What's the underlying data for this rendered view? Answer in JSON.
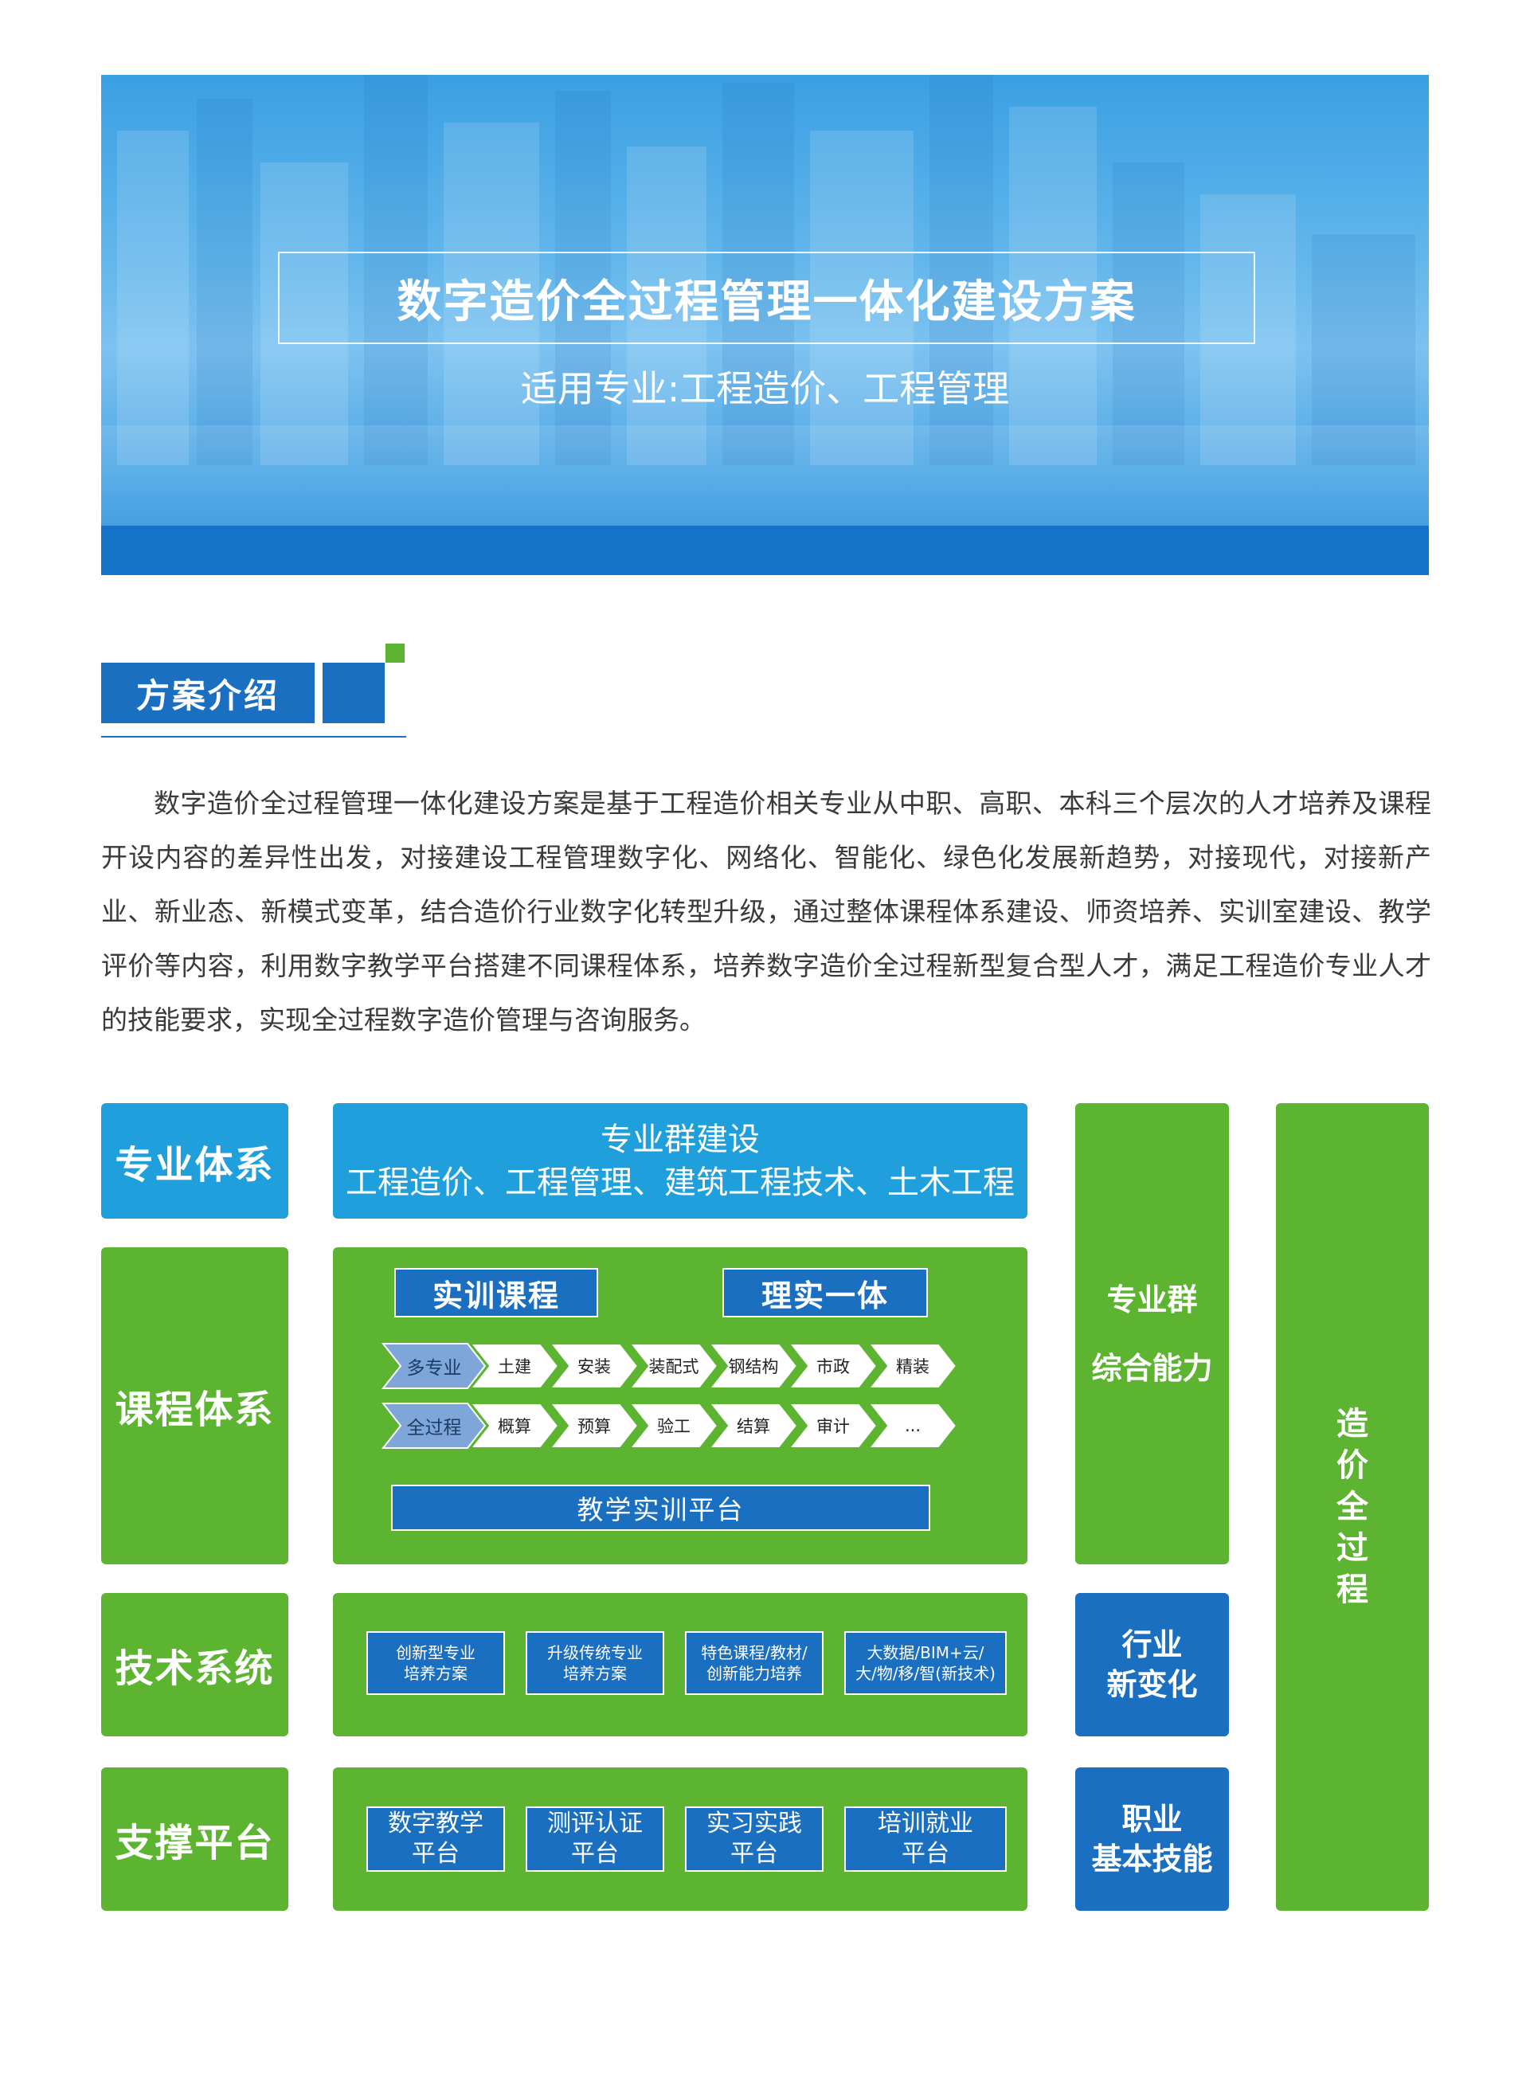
{
  "banner": {
    "title": "数字造价全过程管理一体化建设方案",
    "subtitle": "适用专业:工程造价、工程管理"
  },
  "section": {
    "title": "方案介绍",
    "intro": "数字造价全过程管理一体化建设方案是基于工程造价相关专业从中职、高职、本科三个层次的人才培养及课程开设内容的差异性出发，对接建设工程管理数字化、网络化、智能化、绿色化发展新趋势，对接现代，对接新产业、新业态、新模式变革，结合造价行业数字化转型升级，通过整体课程体系建设、师资培养、实训室建设、教学评价等内容，利用数字教学平台搭建不同课程体系，培养数字造价全过程新型复合型人才，满足工程造价专业人才的技能要求，实现全过程数字造价管理与咨询服务。"
  },
  "diagram": {
    "rows": {
      "major": {
        "label": "专业体系",
        "line1": "专业群建设",
        "line2": "工程造价、工程管理、建筑工程技术、土木工程"
      },
      "course": {
        "label": "课程体系",
        "tag_left": "实训课程",
        "tag_right": "理实一体",
        "chevrons_row1": [
          "多专业",
          "土建",
          "安装",
          "装配式",
          "钢结构",
          "市政",
          "精装"
        ],
        "chevrons_row2": [
          "全过程",
          "概算",
          "预算",
          "验工",
          "结算",
          "审计",
          "..."
        ],
        "platform": "教学实训平台"
      },
      "tech": {
        "label": "技术系统",
        "boxes": [
          {
            "line1": "创新型专业",
            "line2": "培养方案"
          },
          {
            "line1": "升级传统专业",
            "line2": "培养方案"
          },
          {
            "line1": "特色课程/教材/",
            "line2": "创新能力培养"
          },
          {
            "line1": "大数据/BIM+云/",
            "line2": "大/物/移/智(新技术)"
          }
        ]
      },
      "support": {
        "label": "支撑平台",
        "boxes": [
          {
            "line1": "数字教学",
            "line2": "平台"
          },
          {
            "line1": "测评认证",
            "line2": "平台"
          },
          {
            "line1": "实习实践",
            "line2": "平台"
          },
          {
            "line1": "培训就业",
            "line2": "平台"
          }
        ]
      }
    },
    "side": {
      "capability": {
        "line1": "专业群",
        "line2": "综合能力"
      },
      "industry": {
        "line1": "行业",
        "line2": "新变化"
      },
      "career": {
        "line1": "职业",
        "line2": "基本技能"
      }
    },
    "process": [
      "造",
      "价",
      "全",
      "过",
      "程"
    ]
  },
  "colors": {
    "banner_blue": "#3aa0e3",
    "banner_bar": "#1473c9",
    "light_blue": "#1fa0dc",
    "green": "#5cb431",
    "navy": "#1a6fc0",
    "chevron_lead": "#7ea6d8"
  }
}
